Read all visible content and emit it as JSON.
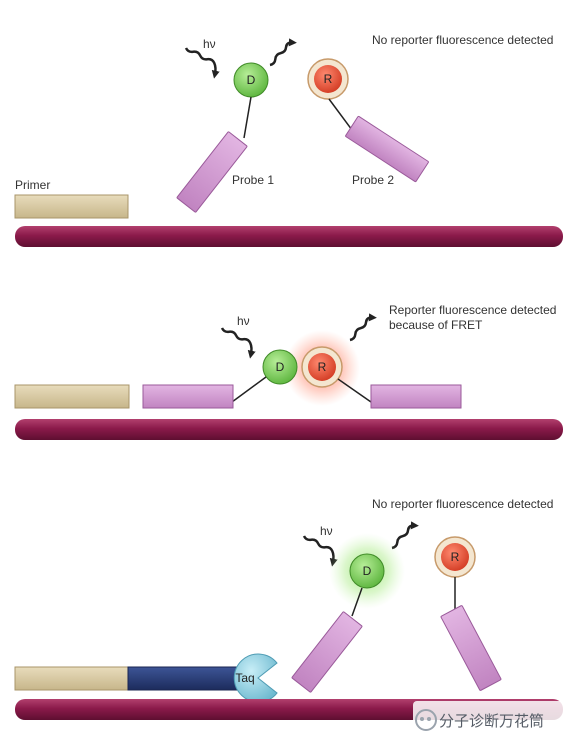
{
  "panel1": {
    "status": "No reporter fluorescence detected",
    "primer_label": "Primer",
    "probe1_label": "Probe 1",
    "probe2_label": "Probe 2",
    "hv": "hν",
    "donor": "D",
    "reporter": "R"
  },
  "panel2": {
    "status_line1": "Reporter fluorescence detected",
    "status_line2": "because of FRET",
    "hv": "hν",
    "donor": "D",
    "reporter": "R"
  },
  "panel3": {
    "status": "No reporter fluorescence detected",
    "hv": "hν",
    "donor": "D",
    "reporter": "R",
    "enzyme": "Taq"
  },
  "colors": {
    "template_strand": "#8b1a4a",
    "primer": "#d9c9a0",
    "probe": "#d29ad2",
    "donor": "#7fcf5f",
    "reporter": "#e6533c",
    "extension": "#2a3f7a",
    "taq": "#8fd0e0"
  },
  "watermark": {
    "text": "分子诊断万花筒",
    "icon": "wechat-icon"
  }
}
